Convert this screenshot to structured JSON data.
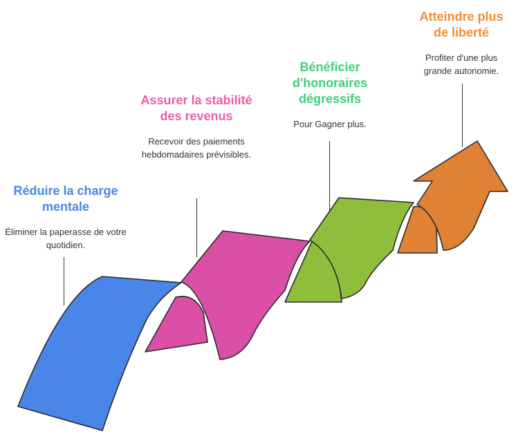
{
  "colors": {
    "blue": "#4A86E8",
    "pink": "#DB4FA6",
    "green": "#8FBE3C",
    "orange": "#E08235",
    "title_blue": "#4A86E8",
    "title_pink": "#E85CAE",
    "title_green": "#3DD07A",
    "title_orange": "#F28C35",
    "outline": "#2b2b2b",
    "leader": "#333333"
  },
  "steps": [
    {
      "title": "Réduire la charge mentale",
      "desc": "Éliminer la paperasse de votre quotidien.",
      "color": "#4A86E8",
      "title_color": "#4A86E8"
    },
    {
      "title": "Assurer la stabilité des revenus",
      "desc": "Recevoir des paiements hebdomadaires prévisibles.",
      "color": "#DB4FA6",
      "title_color": "#E85CAE"
    },
    {
      "title": "Bénéficier d'honoraires dégressifs",
      "desc": "Pour Gagner plus.",
      "color": "#8FBE3C",
      "title_color": "#3DD07A"
    },
    {
      "title": "Atteindre plus de liberté",
      "desc": "Profiter d'une plus grande autonomie.",
      "color": "#E08235",
      "title_color": "#F28C35"
    }
  ]
}
